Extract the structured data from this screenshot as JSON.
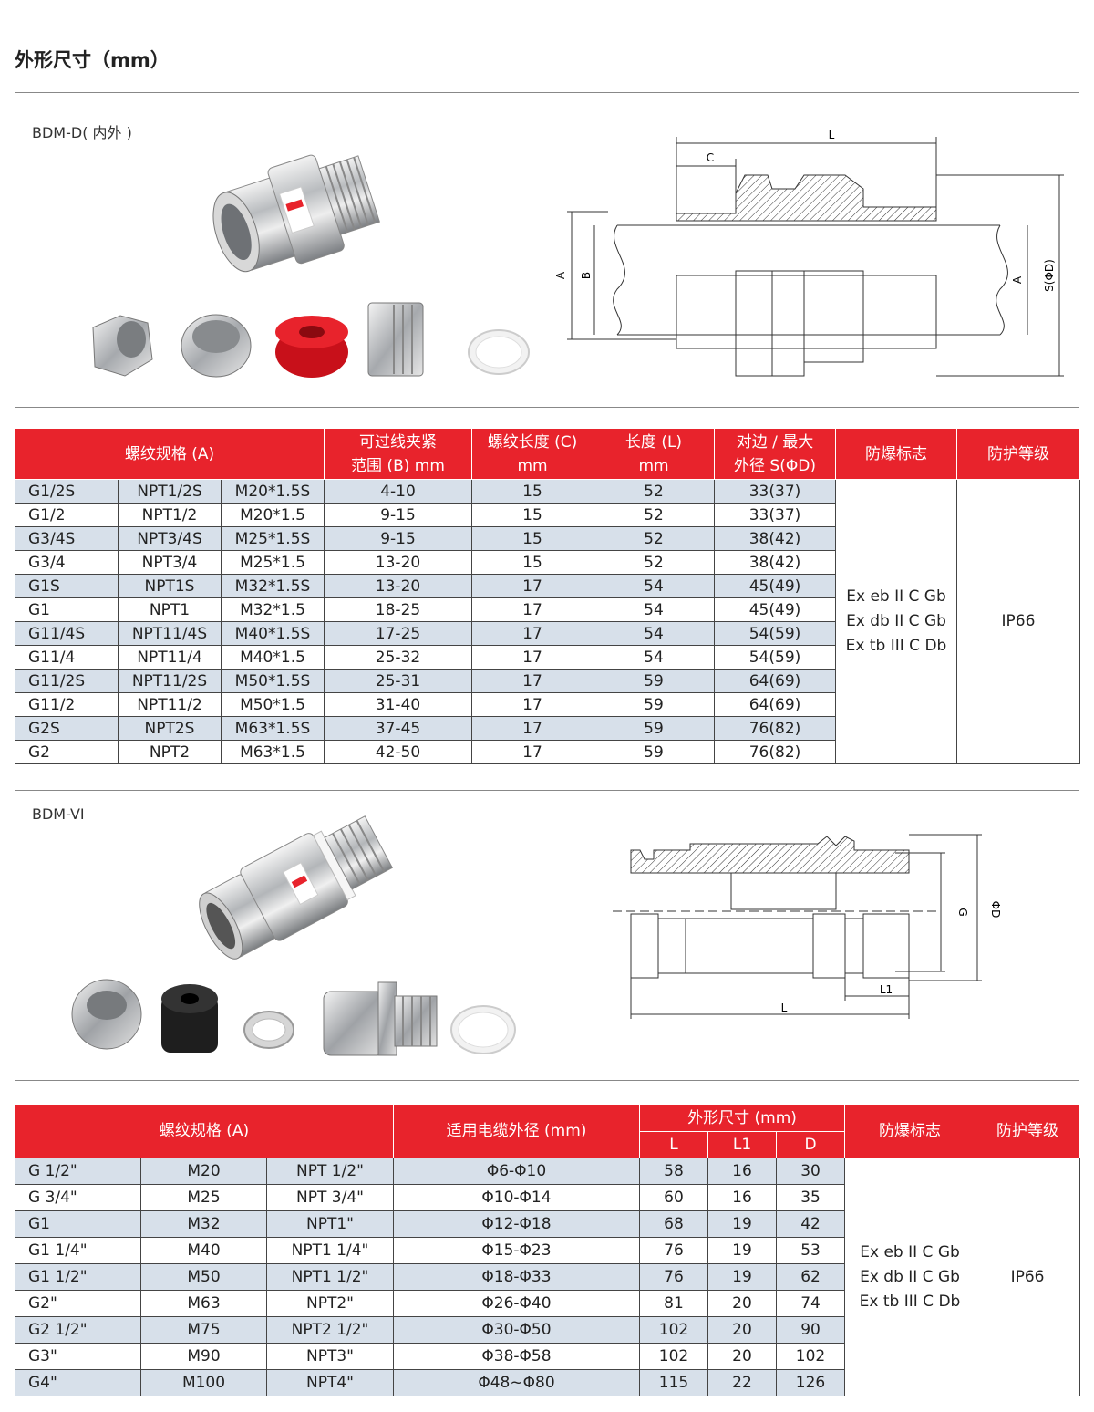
{
  "page_title": "外形尺寸（mm）",
  "section1": {
    "model": "BDM-D( 内外 )",
    "drawing_labels": {
      "L": "L",
      "C": "C",
      "A": "A",
      "B": "B",
      "A2": "A",
      "S": "S(ΦD)"
    },
    "headers": {
      "thread": "螺纹规格 (A)",
      "range_l1": "可过线夹紧",
      "range_l2": "范围 (B) mm",
      "tlen_l1": "螺纹长度 (C)",
      "tlen_l2": "mm",
      "len_l1": "长度 (L)",
      "len_l2": "mm",
      "dia_l1": "对边 / 最大",
      "dia_l2": "外径 S(ΦD)",
      "ex": "防爆标志",
      "ip": "防护等级"
    },
    "rows": [
      [
        "G1/2S",
        "NPT1/2S",
        "M20*1.5S",
        "4-10",
        "15",
        "52",
        "33(37)"
      ],
      [
        "G1/2",
        "NPT1/2",
        "M20*1.5",
        "9-15",
        "15",
        "52",
        "33(37)"
      ],
      [
        "G3/4S",
        "NPT3/4S",
        "M25*1.5S",
        "9-15",
        "15",
        "52",
        "38(42)"
      ],
      [
        "G3/4",
        "NPT3/4",
        "M25*1.5",
        "13-20",
        "15",
        "52",
        "38(42)"
      ],
      [
        "G1S",
        "NPT1S",
        "M32*1.5S",
        "13-20",
        "17",
        "54",
        "45(49)"
      ],
      [
        "G1",
        "NPT1",
        "M32*1.5",
        "18-25",
        "17",
        "54",
        "45(49)"
      ],
      [
        "G11/4S",
        "NPT11/4S",
        "M40*1.5S",
        "17-25",
        "17",
        "54",
        "54(59)"
      ],
      [
        "G11/4",
        "NPT11/4",
        "M40*1.5",
        "25-32",
        "17",
        "54",
        "54(59)"
      ],
      [
        "G11/2S",
        "NPT11/2S",
        "M50*1.5S",
        "25-31",
        "17",
        "59",
        "64(69)"
      ],
      [
        "G11/2",
        "NPT11/2",
        "M50*1.5",
        "31-40",
        "17",
        "59",
        "64(69)"
      ],
      [
        "G2S",
        "NPT2S",
        "M63*1.5S",
        "37-45",
        "17",
        "59",
        "76(82)"
      ],
      [
        "G2",
        "NPT2",
        "M63*1.5",
        "42-50",
        "17",
        "59",
        "76(82)"
      ]
    ],
    "ex_lines": [
      "Ex eb II C Gb",
      "Ex db II C Gb",
      "Ex tb III C Db"
    ],
    "ip": "IP66"
  },
  "section2": {
    "model": "BDM-VI",
    "drawing_labels": {
      "G": "G",
      "D": "ΦD",
      "L1": "L1",
      "L": "L"
    },
    "headers": {
      "thread": "螺纹规格 (A)",
      "cable": "适用电缆外径 (mm)",
      "dims": "外形尺寸 (mm)",
      "L": "L",
      "L1": "L1",
      "D": "D",
      "ex": "防爆标志",
      "ip": "防护等级"
    },
    "rows": [
      [
        "G 1/2\"",
        "M20",
        "NPT 1/2\"",
        "Φ6-Φ10",
        "58",
        "16",
        "30"
      ],
      [
        "G 3/4\"",
        "M25",
        "NPT 3/4\"",
        "Φ10-Φ14",
        "60",
        "16",
        "35"
      ],
      [
        "G1",
        "M32",
        "NPT1\"",
        "Φ12-Φ18",
        "68",
        "19",
        "42"
      ],
      [
        "G1 1/4\"",
        "M40",
        "NPT1 1/4\"",
        "Φ15-Φ23",
        "76",
        "19",
        "53"
      ],
      [
        "G1 1/2\"",
        "M50",
        "NPT1 1/2\"",
        "Φ18-Φ33",
        "76",
        "19",
        "62"
      ],
      [
        "G2\"",
        "M63",
        "NPT2\"",
        "Φ26-Φ40",
        "81",
        "20",
        "74"
      ],
      [
        "G2 1/2\"",
        "M75",
        "NPT2 1/2\"",
        "Φ30-Φ50",
        "102",
        "20",
        "90"
      ],
      [
        "G3\"",
        "M90",
        "NPT3\"",
        "Φ38-Φ58",
        "102",
        "20",
        "102"
      ],
      [
        "G4\"",
        "M100",
        "NPT4\"",
        "Φ48~Φ80",
        "115",
        "22",
        "126"
      ]
    ],
    "ex_lines": [
      "Ex eb II C Gb",
      "Ex db II C Gb",
      "Ex tb III C Db"
    ],
    "ip": "IP66"
  }
}
